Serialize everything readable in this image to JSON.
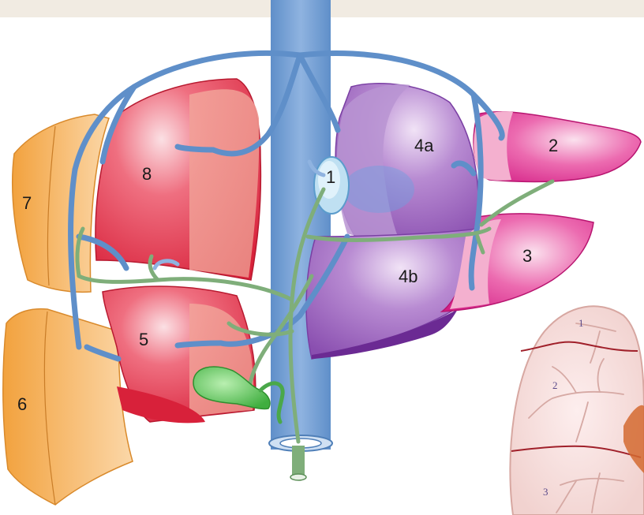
{
  "diagram": {
    "segments": [
      {
        "id": "1",
        "label": "1"
      },
      {
        "id": "2",
        "label": "2"
      },
      {
        "id": "3",
        "label": "3"
      },
      {
        "id": "4a",
        "label": "4a"
      },
      {
        "id": "4b",
        "label": "4b"
      },
      {
        "id": "5",
        "label": "5"
      },
      {
        "id": "6",
        "label": "6"
      },
      {
        "id": "7",
        "label": "7"
      },
      {
        "id": "8",
        "label": "8"
      }
    ],
    "inset": {
      "labels": [
        "1",
        "2",
        "3"
      ]
    },
    "colors": {
      "vein": "#7aa3d4",
      "vein_dark": "#4f7fb8",
      "bile": "#7fae7a",
      "orange": "#f3a64a",
      "red": "#e2334a",
      "purple": "#a06cc3",
      "magenta": "#e0409a",
      "gallbladder": "#5cbf5c"
    }
  }
}
